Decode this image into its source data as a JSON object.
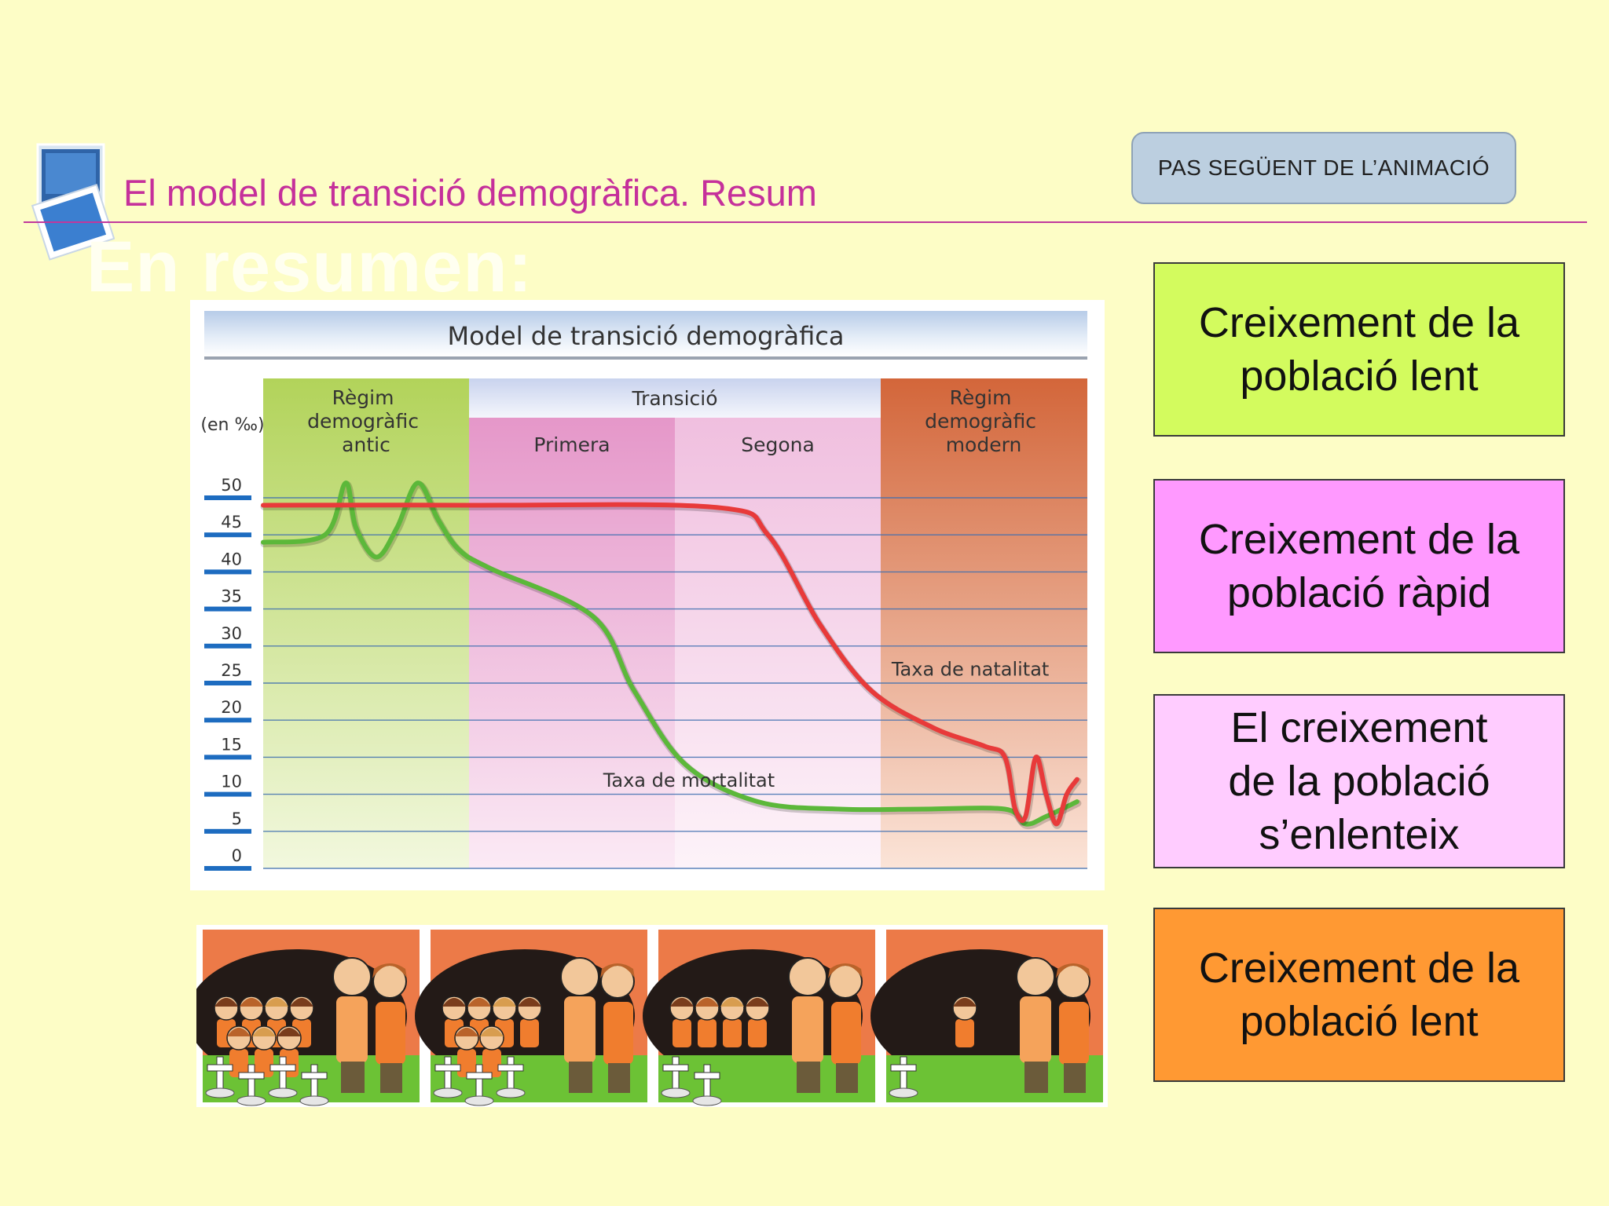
{
  "slide": {
    "title": "El model de transició demogràfica. Resum",
    "ghost_heading": "En resumen:",
    "next_button": "PAS  SEGÜENT DE L’ANIMACIÓ"
  },
  "chart_data": {
    "type": "line",
    "title": "Model de transició demogràfica",
    "ylabel": "(en ‰)",
    "ylim": [
      0,
      50
    ],
    "yticks": [
      50,
      45,
      40,
      35,
      30,
      25,
      20,
      15,
      10,
      5,
      0
    ],
    "phases": [
      {
        "name": "Règim demogràfic antic",
        "lines": [
          "Règim",
          "demogràfic",
          "antic"
        ],
        "color": "#c2dc72"
      },
      {
        "group": "Transició",
        "name": "Primera",
        "color": "#eba6d3"
      },
      {
        "group": "Transició",
        "name": "Segona",
        "color": "#f4cce6"
      },
      {
        "name": "Règim demogràfic modern",
        "lines": [
          "Règim",
          "demogràfic",
          "modern"
        ],
        "color": "#dd7a4a"
      }
    ],
    "transition_label": "Transició",
    "series": [
      {
        "name": "Taxa de natalitat",
        "color": "#e83a3a",
        "points": [
          [
            0,
            49
          ],
          [
            20,
            49
          ],
          [
            44,
            48.7
          ],
          [
            49,
            45
          ],
          [
            54,
            33
          ],
          [
            59,
            24
          ],
          [
            65,
            19
          ],
          [
            70,
            16.5
          ],
          [
            72,
            15
          ],
          [
            73,
            8
          ],
          [
            74,
            7
          ],
          [
            75,
            15
          ],
          [
            76,
            10
          ],
          [
            77,
            6
          ],
          [
            78,
            10
          ],
          [
            79,
            12
          ]
        ],
        "label_at": [
          61,
          26
        ]
      },
      {
        "name": "Taxa de mortalitat",
        "color": "#5cb83a",
        "points": [
          [
            0,
            44
          ],
          [
            6,
            45
          ],
          [
            8,
            52
          ],
          [
            9,
            46
          ],
          [
            11,
            42
          ],
          [
            13,
            46
          ],
          [
            15,
            52
          ],
          [
            17,
            47
          ],
          [
            19,
            43
          ],
          [
            22,
            40.5
          ],
          [
            32,
            34
          ],
          [
            36,
            24
          ],
          [
            41,
            14
          ],
          [
            48,
            9
          ],
          [
            56,
            8
          ],
          [
            64,
            8
          ],
          [
            72,
            8
          ],
          [
            74,
            6
          ],
          [
            76,
            7
          ],
          [
            79,
            9
          ]
        ],
        "label_at": [
          33,
          11
        ]
      }
    ]
  },
  "stages": [
    {
      "name": "stage-1"
    },
    {
      "name": "stage-2"
    },
    {
      "name": "stage-3"
    },
    {
      "name": "stage-4"
    }
  ],
  "boxes": [
    {
      "text": "Creixement de la\npoblació lent",
      "color": "#d3fb5e"
    },
    {
      "text": "Creixement de la\npoblació ràpid",
      "color": "#ff99ff"
    },
    {
      "text": "El creixement\nde la població\ns’enlenteix",
      "color": "#ffccff"
    },
    {
      "text": "Creixement de la\npoblació lent",
      "color": "#ff9933"
    }
  ]
}
